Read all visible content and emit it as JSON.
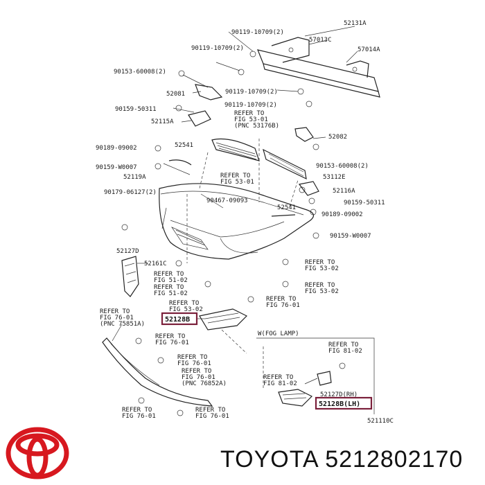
{
  "diagram": {
    "labels": [
      {
        "id": "l1",
        "text": "52131A"
      },
      {
        "id": "l2",
        "text": "90119-10709(2)"
      },
      {
        "id": "l3",
        "text": "57013C"
      },
      {
        "id": "l4",
        "text": "90119-10709(2)"
      },
      {
        "id": "l5",
        "text": "57014A"
      },
      {
        "id": "l6",
        "text": "90153-60008(2)"
      },
      {
        "id": "l7",
        "text": "52081"
      },
      {
        "id": "l8",
        "text": "90119-10709(2)"
      },
      {
        "id": "l9",
        "text": "90119-10709(2)"
      },
      {
        "id": "l10",
        "text": "90159-50311"
      },
      {
        "id": "l11",
        "text": "52115A"
      },
      {
        "id": "l12",
        "text": "REFER TO"
      },
      {
        "id": "l13",
        "text": "FIG 53-01"
      },
      {
        "id": "l14",
        "text": "(PNC 53176B)"
      },
      {
        "id": "l15",
        "text": "52082"
      },
      {
        "id": "l16",
        "text": "90189-09002"
      },
      {
        "id": "l17",
        "text": "52541"
      },
      {
        "id": "l18",
        "text": "90159-W0007"
      },
      {
        "id": "l19",
        "text": "REFER TO"
      },
      {
        "id": "l20",
        "text": "FIG 53-01"
      },
      {
        "id": "l21",
        "text": "90153-60008(2)"
      },
      {
        "id": "l22",
        "text": "52119A"
      },
      {
        "id": "l23",
        "text": "53112E"
      },
      {
        "id": "l24",
        "text": "90179-06127(2)"
      },
      {
        "id": "l25",
        "text": "52116A"
      },
      {
        "id": "l26",
        "text": "90467-09093"
      },
      {
        "id": "l27",
        "text": "90159-50311"
      },
      {
        "id": "l28",
        "text": "52541"
      },
      {
        "id": "l29",
        "text": "90189-09002"
      },
      {
        "id": "l30",
        "text": "90159-W0007"
      },
      {
        "id": "l31",
        "text": "52127D"
      },
      {
        "id": "l32",
        "text": "52161C"
      },
      {
        "id": "l33",
        "text": "REFER TO"
      },
      {
        "id": "l34",
        "text": "FIG 53-02"
      },
      {
        "id": "l35",
        "text": "REFER TO"
      },
      {
        "id": "l36",
        "text": "FIG 51-02"
      },
      {
        "id": "l37",
        "text": "REFER TO"
      },
      {
        "id": "l38",
        "text": "FIG 53-02"
      },
      {
        "id": "l39",
        "text": "REFER TO"
      },
      {
        "id": "l40",
        "text": "FIG 51-02"
      },
      {
        "id": "l41",
        "text": "REFER TO"
      },
      {
        "id": "l42",
        "text": "FIG 53-02"
      },
      {
        "id": "l43",
        "text": "REFER TO"
      },
      {
        "id": "l44",
        "text": "FIG 76-01"
      },
      {
        "id": "l45",
        "text": "REFER TO"
      },
      {
        "id": "l46",
        "text": "FIG 76-01"
      },
      {
        "id": "l47",
        "text": "(PNC 75851A)"
      },
      {
        "id": "l48",
        "text": "REFER TO"
      },
      {
        "id": "l49",
        "text": "FIG 76-01"
      },
      {
        "id": "l50",
        "text": "W(FOG LAMP)"
      },
      {
        "id": "l51",
        "text": "REFER TO"
      },
      {
        "id": "l52",
        "text": "FIG 81-02"
      },
      {
        "id": "l53",
        "text": "REFER TO"
      },
      {
        "id": "l54",
        "text": "FIG 76-01"
      },
      {
        "id": "l55",
        "text": "REFER TO"
      },
      {
        "id": "l56",
        "text": "FIG 76-01"
      },
      {
        "id": "l57",
        "text": "(PNC 76852A)"
      },
      {
        "id": "l58",
        "text": "REFER TO"
      },
      {
        "id": "l59",
        "text": "FIG 81-02"
      },
      {
        "id": "l60",
        "text": "52127D(RH)"
      },
      {
        "id": "l61",
        "text": "REFER TO"
      },
      {
        "id": "l62",
        "text": "FIG 76-01"
      },
      {
        "id": "l63",
        "text": "REFER TO"
      },
      {
        "id": "l64",
        "text": "FIG 76-01"
      },
      {
        "id": "l65",
        "text": "521110C"
      }
    ],
    "highlighted": [
      {
        "id": "h1",
        "text": "52128B"
      },
      {
        "id": "h2",
        "text": "52128B(LH)"
      }
    ],
    "highlight_color": "#7a1f3a"
  },
  "footer": {
    "brand": "TOYOTA",
    "part_number": "5212802170",
    "logo_icon": "toyota-logo-icon",
    "logo_color": "#d7181f"
  }
}
